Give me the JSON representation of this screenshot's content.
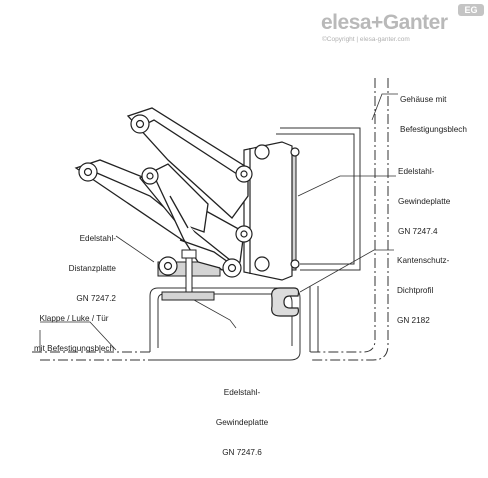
{
  "logo": {
    "brand": "elesa+Ganter",
    "badge": "EG",
    "copyright": "©Copyright | elesa-ganter.com"
  },
  "labels": {
    "housing": [
      "Gehäuse mit",
      "Befestigungsblech"
    ],
    "threaded_plate_top": [
      "Edelstahl-",
      "Gewindeplatte",
      "GN 7247.4"
    ],
    "spacer_plate": [
      "Edelstahl-",
      "Distanzplatte",
      "GN 7247.2"
    ],
    "edge_profile": [
      "Kantenschutz-",
      "Dichtprofil",
      "GN 2182"
    ],
    "flap": [
      "Klappe / Luke / Tür",
      "mit Befestigungsblech"
    ],
    "threaded_plate_bottom": [
      "Edelstahl-",
      "Gewindeplatte",
      "GN 7247.6"
    ]
  }
}
